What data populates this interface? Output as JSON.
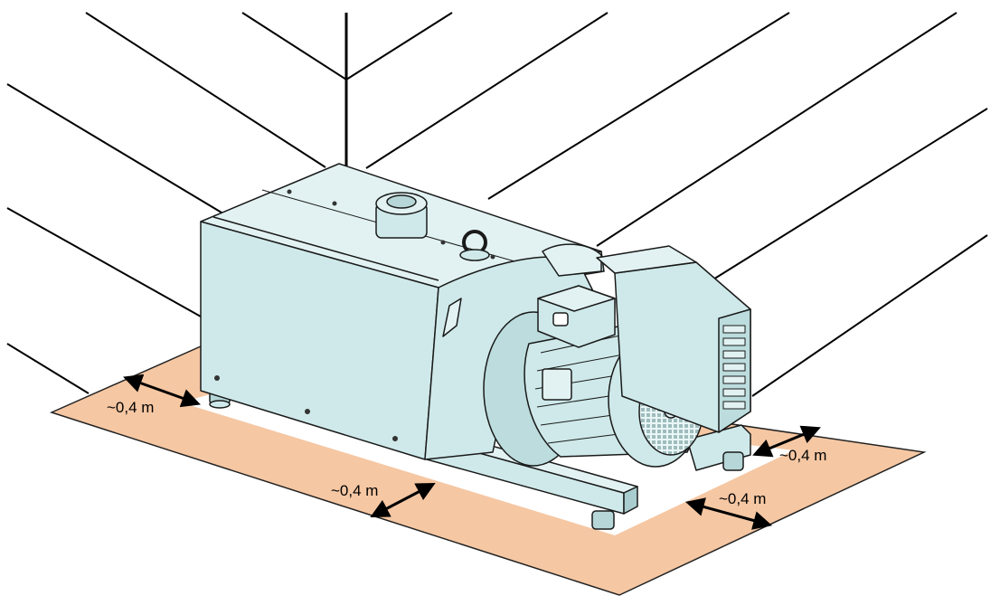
{
  "figure": {
    "subject": "vacuum pump installation clearance diagram",
    "icon": "vacuum-pump-icon",
    "colors": {
      "clearance_zone": "#f5c7a3",
      "pump_body": "#cfe9ea",
      "outline": "#1a1a1a",
      "wall_lines": "#000000"
    }
  },
  "clearances": [
    {
      "id": "left",
      "label": "~0,4 m"
    },
    {
      "id": "front",
      "label": "~0,4 m"
    },
    {
      "id": "right",
      "label": "~0,4 m"
    },
    {
      "id": "back-right",
      "label": "~0,4 m"
    }
  ]
}
